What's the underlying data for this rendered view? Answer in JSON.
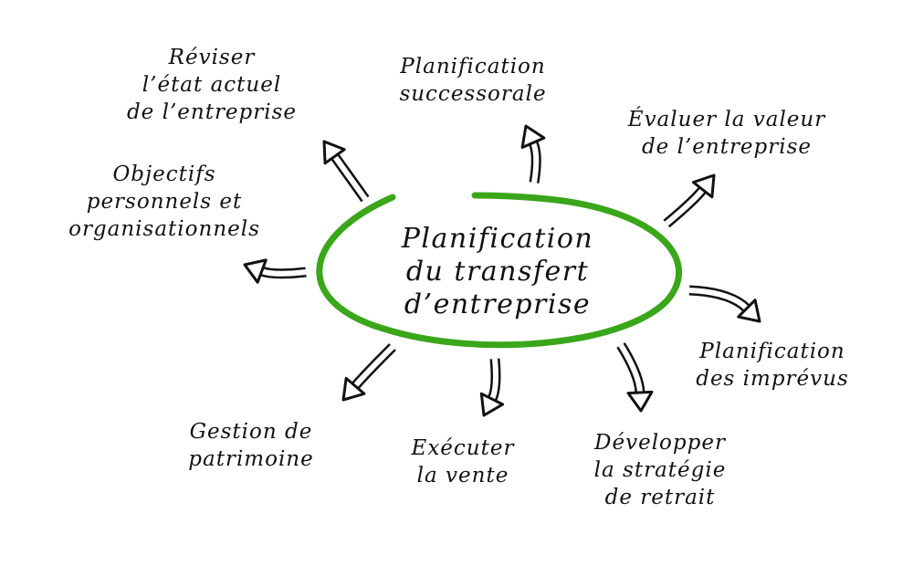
{
  "center": {
    "lines": [
      "Planification",
      "du transfert",
      "d’entreprise"
    ],
    "ring_color": "#3aa61a"
  },
  "branches": [
    {
      "id": "reviser",
      "lines": [
        "Réviser",
        "l’état actuel",
        "de l’entreprise"
      ]
    },
    {
      "id": "successorale",
      "lines": [
        "Planification",
        "successorale"
      ]
    },
    {
      "id": "evaluer",
      "lines": [
        "Évaluer la valeur",
        "de l’entreprise"
      ]
    },
    {
      "id": "objectifs",
      "lines": [
        "Objectifs",
        "personnels et",
        "organisationnels"
      ]
    },
    {
      "id": "imprevus",
      "lines": [
        "Planification",
        "des imprévus"
      ]
    },
    {
      "id": "patrimoine",
      "lines": [
        "Gestion de",
        "patrimoine"
      ]
    },
    {
      "id": "vente",
      "lines": [
        "Exécuter",
        "la vente"
      ]
    },
    {
      "id": "retrait",
      "lines": [
        "Développer",
        "la stratégie",
        "de retrait"
      ]
    }
  ]
}
